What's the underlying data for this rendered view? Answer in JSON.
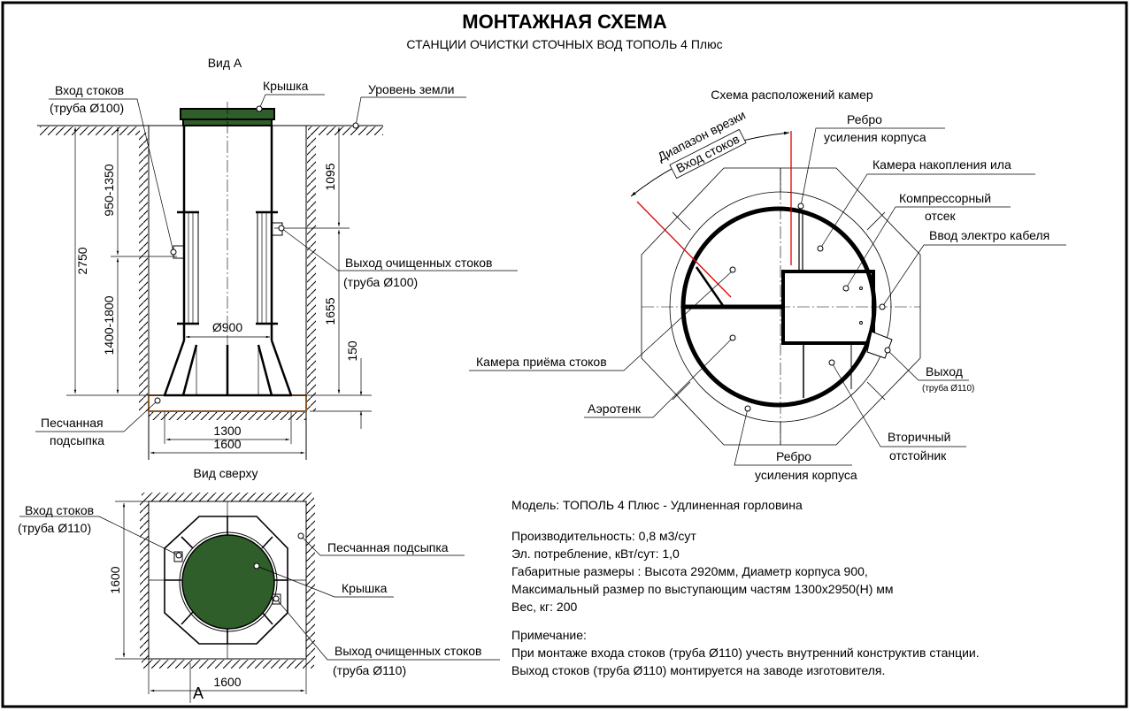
{
  "title": "МОНТАЖНАЯ СХЕМА",
  "subtitle": "СТАНЦИИ ОЧИСТКИ СТОЧНЫХ ВОД ТОПОЛЬ 4 Плюс",
  "colors": {
    "lid": "#2f5e2a",
    "sand": "#8b5a2b",
    "cut_range": "#e00000"
  },
  "side_view": {
    "label": "Вид А",
    "inlet": [
      "Вход стоков",
      "(труба  Ø100)"
    ],
    "lid": "Крышка",
    "ground": "Уровень земли",
    "outlet": [
      "Выход очищенных стоков",
      "(труба  Ø100)"
    ],
    "sand": [
      "Песчанная",
      "подсыпка"
    ],
    "dims": {
      "total": "2750",
      "upper": "950-1350",
      "lower": "1400-1800",
      "top_right": "1095",
      "bottom_right": "1655",
      "sand": "150",
      "diameter": "Ø900",
      "base": "1300",
      "pit": "1600"
    }
  },
  "top_view": {
    "label": "Вид сверху",
    "inlet": [
      "Вход стоков",
      "(труба  Ø110)"
    ],
    "sand": "Песчанная подсыпка",
    "lid": "Крышка",
    "outlet": [
      "Выход очищенных стоков",
      "(труба  Ø110)"
    ],
    "dim_v": "1600",
    "dim_h": "1600",
    "section_mark": "А"
  },
  "chamber_scheme": {
    "title": "Схема расположений камер",
    "cut_range": "Диапазон врезки",
    "inlet_box": "Вход стоков",
    "rib_top": [
      "Ребро",
      "усиления корпуса"
    ],
    "sludge": "Камера накопления ила",
    "compressor": [
      "Компрессорный",
      "отсек"
    ],
    "cable": "Ввод электро кабеля",
    "receiving": "Камера приёма стоков",
    "aerotank": "Аэротенк",
    "outlet": [
      "Выход",
      "(труба  Ø110)"
    ],
    "secondary": [
      "Вторичный",
      "отстойник"
    ],
    "rib_bottom": [
      "Ребро",
      "усиления корпуса"
    ]
  },
  "specs": {
    "model": "Модель: ТОПОЛЬ 4 Плюс - Удлиненная горловина",
    "lines": [
      "Производительность: 0,8 м3/сут",
      "Эл. потребление, кВт/сут: 1,0",
      "Габаритные размеры : Высота 2920мм, Диаметр корпуса 900,",
      "Максимальный размер по выступающим частям 1300x2950(H) мм",
      "Вес, кг: 200"
    ],
    "note_title": "Примечание:",
    "notes": [
      "При монтаже входа  стоков (труба  Ø110) учесть внутренний конструктив станции.",
      "Выход  стоков (труба  Ø110) монтируется на заводе изготовителя."
    ]
  }
}
